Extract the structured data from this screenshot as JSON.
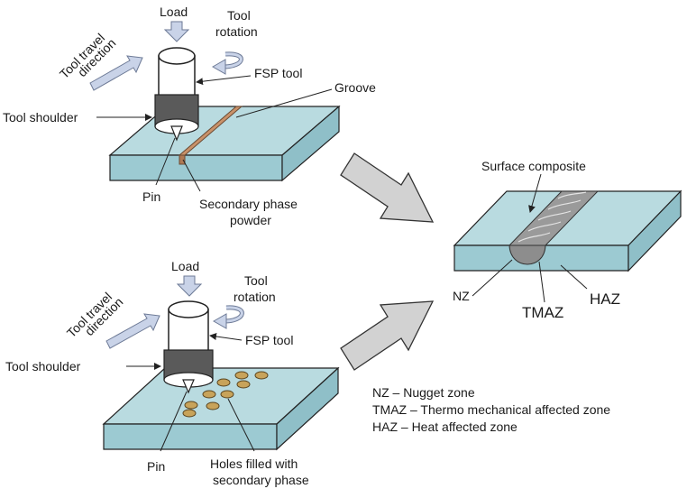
{
  "top_setup": {
    "load": "Load",
    "tool_rotation_line1": "Tool",
    "tool_rotation_line2": "rotation",
    "travel_line1": "Tool travel",
    "travel_line2": "direction",
    "fsp_tool": "FSP tool",
    "groove": "Groove",
    "tool_shoulder": "Tool shoulder",
    "pin": "Pin",
    "powder_line1": "Secondary phase",
    "powder_line2": "powder"
  },
  "bottom_setup": {
    "load": "Load",
    "tool_rotation_line1": "Tool",
    "tool_rotation_line2": "rotation",
    "travel_line1": "Tool travel",
    "travel_line2": "direction",
    "fsp_tool": "FSP tool",
    "tool_shoulder": "Tool shoulder",
    "pin": "Pin",
    "holes_line1": "Holes filled with",
    "holes_line2": "secondary phase"
  },
  "result": {
    "surface_composite": "Surface composite",
    "nz": "NZ",
    "tmaz": "TMAZ",
    "haz": "HAZ"
  },
  "legend": [
    "NZ – Nugget zone",
    "TMAZ – Thermo mechanical affected zone",
    "HAZ – Heat affected zone"
  ],
  "colors": {
    "plate_top": "#b9dbe0",
    "plate_side": "#9ccad2",
    "outline": "#222222",
    "groove": "#c9926a",
    "hole": "#c8a35a",
    "tool_body": "#ffffff",
    "shoulder": "#5a5a5a",
    "arrow_fill": "#c9d3e8",
    "big_arrow": "#d2d2d2",
    "composite": "#9a9a9a"
  }
}
